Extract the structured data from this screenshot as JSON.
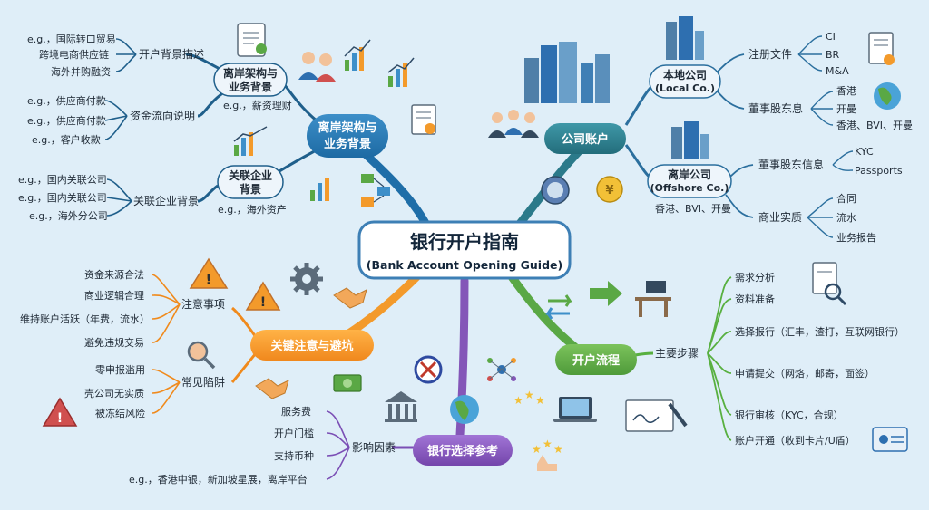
{
  "center": {
    "title": "银行开户指南",
    "subtitle": "(Bank Account Opening Guide)"
  },
  "offshore": {
    "hub": [
      "离岸架构与",
      "业务背景"
    ],
    "structure_node": [
      "离岸架构与",
      "业务背景"
    ],
    "structure_example": "e.g.，薪资理财",
    "bg_label": "开户背景描述",
    "bg_items": [
      "e.g.，国际转口贸易",
      "跨境电商供应链",
      "海外并购融资"
    ],
    "fund_label": "资金流向说明",
    "fund_items": [
      "e.g.，供应商付款",
      "e.g.，供应商付款",
      "e.g.，客户收款"
    ],
    "related_node": [
      "关联企业",
      "背景"
    ],
    "related_example": "e.g.，海外资产",
    "related_label": "关联企业背景",
    "related_items": [
      "e.g.，国内关联公司",
      "e.g.，国内关联公司",
      "e.g.，海外分公司"
    ]
  },
  "company": {
    "hub": "公司账户",
    "local_node": [
      "本地公司",
      "(Local Co.)"
    ],
    "reg_label": "注册文件",
    "reg_items": [
      "CI",
      "BR",
      "M&A"
    ],
    "dir_label": "董事股东息",
    "dir_items": [
      "香港",
      "开曼",
      "香港、BVI、开曼"
    ],
    "offshore_node": [
      "离岸公司",
      "(Offshore Co.)"
    ],
    "offshore_sub": "香港、BVI、开曼",
    "kyc_label": "董事股东信息",
    "kyc_items": [
      "KYC",
      "Passports"
    ],
    "biz_label": "商业实质",
    "biz_items": [
      "合同",
      "流水",
      "业务报告"
    ]
  },
  "process": {
    "hub": "开户流程",
    "main_label": "主要步骤",
    "steps": [
      "需求分析",
      "资料准备",
      "选择报行（汇丰，渣打，互联网银行）",
      "申请提交（网烙，邮寄，面签）",
      "银行审核（KYC，合规）",
      "账户开通（收到卡片/U盾）"
    ]
  },
  "bank": {
    "hub": "银行选择参考",
    "factor_label": "影响因素",
    "factors": [
      "服务费",
      "开户门槛",
      "支持币种",
      "e.g.，香港中银，新加坡星展，离岸平台"
    ]
  },
  "pitfalls": {
    "hub": "关键注意与避坑",
    "notice_label": "注意事项",
    "notice_items": [
      "资金来源合法",
      "商业逻辑合理",
      "维持账户活跃（年费，流水）",
      "避免违规交易"
    ],
    "trap_label": "常见陷阱",
    "trap_items": [
      "零申报滥用",
      "壳公司无实质",
      "被冻结风险"
    ]
  },
  "colors": {
    "background": "#dfeef8",
    "blue": "#1e73ac",
    "teal": "#2d7c89",
    "green": "#5aa845",
    "purple": "#8456b8",
    "orange": "#f39a2b",
    "leaf_offshore": "#1f5f8b",
    "leaf_company": "#2b6f9e",
    "leaf_process": "#58b040",
    "leaf_bank": "#7b4fb5",
    "leaf_pitfall": "#f08a1c"
  },
  "icons": [
    "people-icon",
    "document-icon",
    "bar-chart-icon",
    "building-icon",
    "coin-icon",
    "badge-icon",
    "globe-icon",
    "arrows-icon",
    "laptop-icon",
    "warning-icon",
    "gear-icon",
    "handshake-icon",
    "money-icon",
    "bank-icon",
    "stars-icon",
    "id-card-icon",
    "magnifier-icon",
    "desk-icon",
    "signature-icon",
    "network-icon",
    "flowchart-icon"
  ]
}
